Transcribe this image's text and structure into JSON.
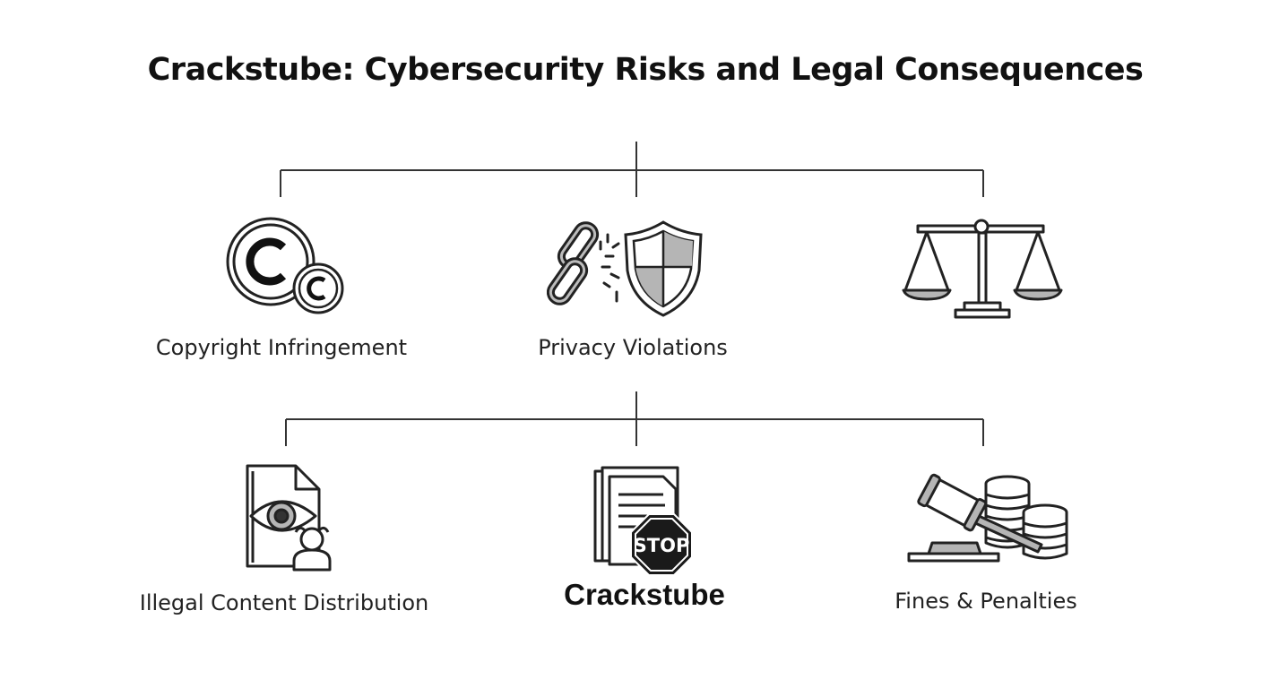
{
  "title": "Crackstube: Cybersecurity Risks and Legal Consequences",
  "top_row": [
    {
      "label": "Copyright Infringement",
      "icon": "copyright-icon"
    },
    {
      "label": "Privacy Violations",
      "icon": "broken-chain-shield-icon"
    },
    {
      "label": "",
      "icon": "scales-of-justice-icon"
    }
  ],
  "bottom_row": [
    {
      "label": "Illegal Content Distribution",
      "icon": "document-eye-person-icon"
    },
    {
      "label": "Crackstube",
      "icon": "documents-stop-sign-icon",
      "stop_text": "STOP"
    },
    {
      "label": "Fines & Penalties",
      "icon": "gavel-coins-icon"
    }
  ],
  "colors": {
    "line": "#333333",
    "gray_fill": "#b5b5b5",
    "text": "#111111"
  }
}
